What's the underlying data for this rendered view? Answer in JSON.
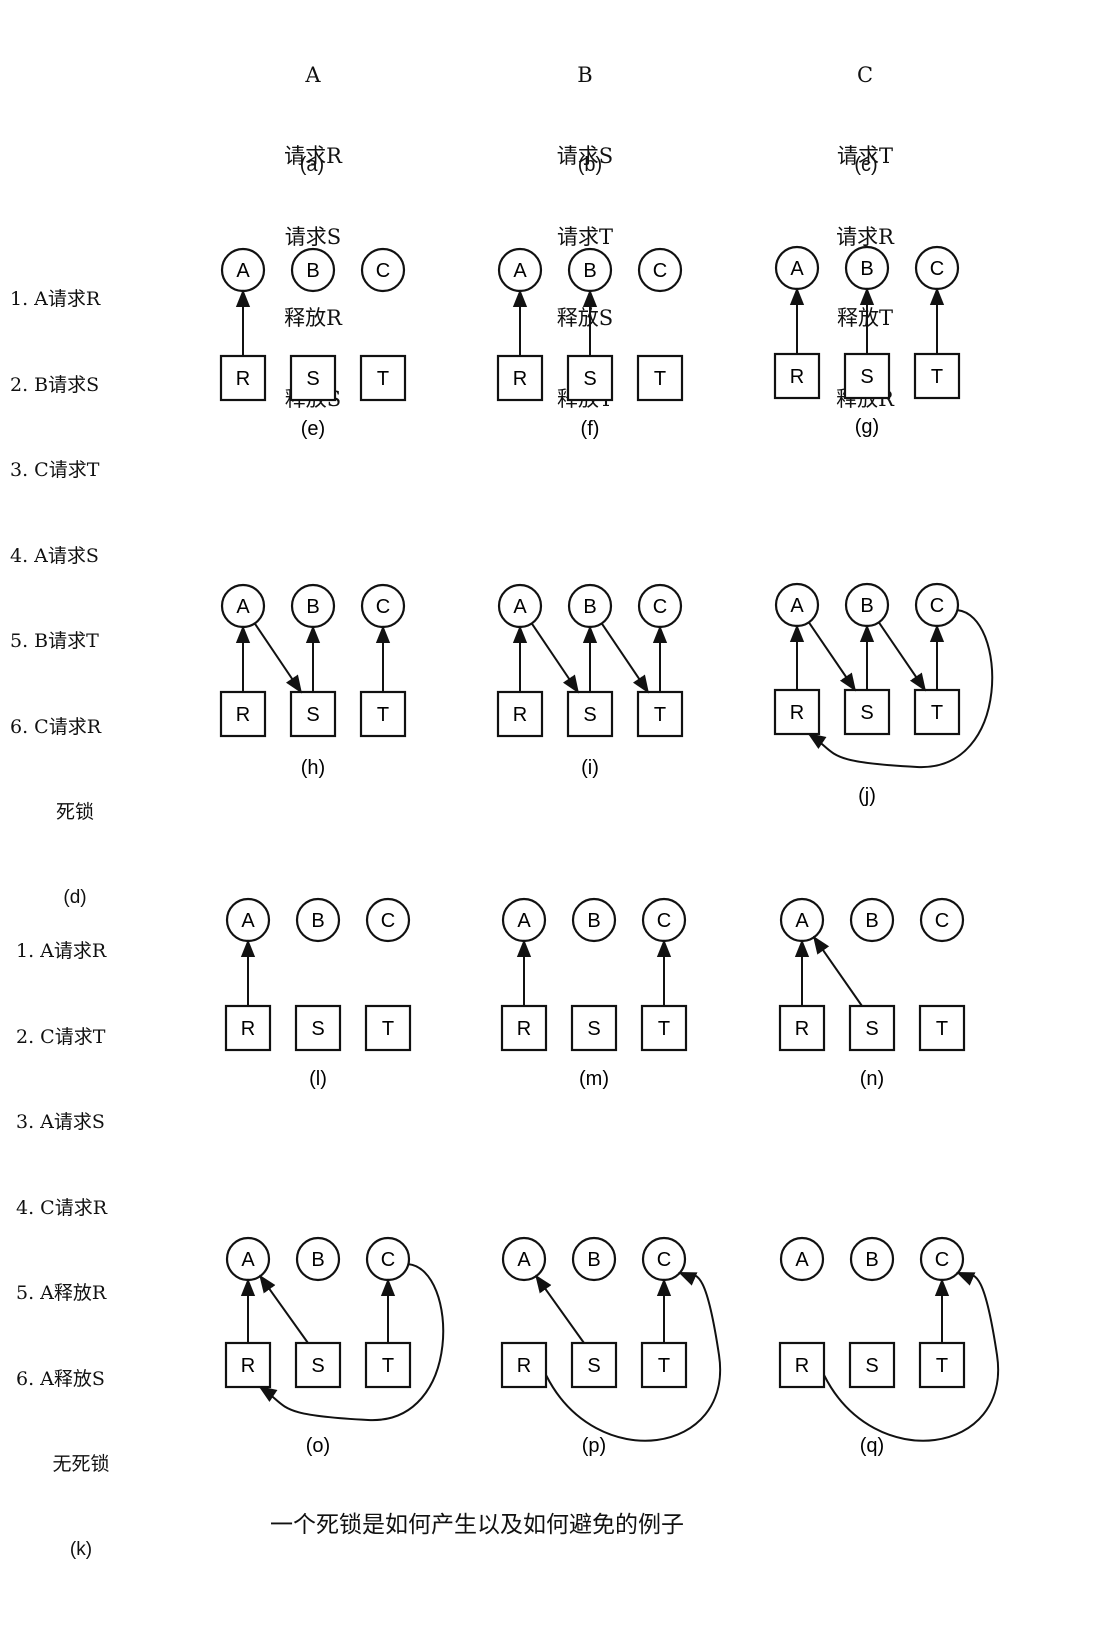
{
  "processes": [
    {
      "name": "A",
      "ops": [
        "请求R",
        "请求S",
        "释放R",
        "释放S"
      ],
      "label": "(a)"
    },
    {
      "name": "B",
      "ops": [
        "请求S",
        "请求T",
        "释放S",
        "释放T"
      ],
      "label": "(b)"
    },
    {
      "name": "C",
      "ops": [
        "请求T",
        "请求R",
        "释放T",
        "释放R"
      ],
      "label": "(c)"
    }
  ],
  "sequence_d": {
    "steps": [
      "1. A请求R",
      "2. B请求S",
      "3. C请求T",
      "4. A请求S",
      "5. B请求T",
      "6. C请求R"
    ],
    "result": "死锁",
    "label": "(d)"
  },
  "sequence_k": {
    "steps": [
      "1. A请求R",
      "2. C请求T",
      "3. A请求S",
      "4. C请求R",
      "5. A释放R",
      "6. A释放S"
    ],
    "result": "无死锁",
    "label": "(k)"
  },
  "node_labels": {
    "processes": [
      "A",
      "B",
      "C"
    ],
    "resources": [
      "R",
      "S",
      "T"
    ]
  },
  "graphs": [
    {
      "label": "(e)",
      "held": [
        [
          "R",
          "A"
        ]
      ],
      "requests": []
    },
    {
      "label": "(f)",
      "held": [
        [
          "R",
          "A"
        ],
        [
          "S",
          "B"
        ]
      ],
      "requests": []
    },
    {
      "label": "(g)",
      "held": [
        [
          "R",
          "A"
        ],
        [
          "S",
          "B"
        ],
        [
          "T",
          "C"
        ]
      ],
      "requests": []
    },
    {
      "label": "(h)",
      "held": [
        [
          "R",
          "A"
        ],
        [
          "S",
          "B"
        ],
        [
          "T",
          "C"
        ]
      ],
      "requests": [
        [
          "A",
          "S"
        ]
      ]
    },
    {
      "label": "(i)",
      "held": [
        [
          "R",
          "A"
        ],
        [
          "S",
          "B"
        ],
        [
          "T",
          "C"
        ]
      ],
      "requests": [
        [
          "A",
          "S"
        ],
        [
          "B",
          "T"
        ]
      ]
    },
    {
      "label": "(j)",
      "held": [
        [
          "R",
          "A"
        ],
        [
          "S",
          "B"
        ],
        [
          "T",
          "C"
        ]
      ],
      "requests": [
        [
          "A",
          "S"
        ],
        [
          "B",
          "T"
        ],
        [
          "C",
          "R"
        ]
      ]
    },
    {
      "label": "(l)",
      "held": [
        [
          "R",
          "A"
        ]
      ],
      "requests": []
    },
    {
      "label": "(m)",
      "held": [
        [
          "R",
          "A"
        ],
        [
          "T",
          "C"
        ]
      ],
      "requests": []
    },
    {
      "label": "(n)",
      "held": [
        [
          "R",
          "A"
        ],
        [
          "S",
          "A"
        ]
      ],
      "requests": []
    },
    {
      "label": "(o)",
      "held": [
        [
          "R",
          "A"
        ],
        [
          "S",
          "A"
        ],
        [
          "T",
          "C"
        ]
      ],
      "requests": [
        [
          "C",
          "R"
        ]
      ]
    },
    {
      "label": "(p)",
      "held": [
        [
          "S",
          "A"
        ],
        [
          "T",
          "C"
        ],
        [
          "R",
          "C"
        ]
      ],
      "requests": []
    },
    {
      "label": "(q)",
      "held": [
        [
          "T",
          "C"
        ],
        [
          "R",
          "C"
        ]
      ],
      "requests": []
    }
  ],
  "caption": "一个死锁是如何产生以及如何避免的例子"
}
